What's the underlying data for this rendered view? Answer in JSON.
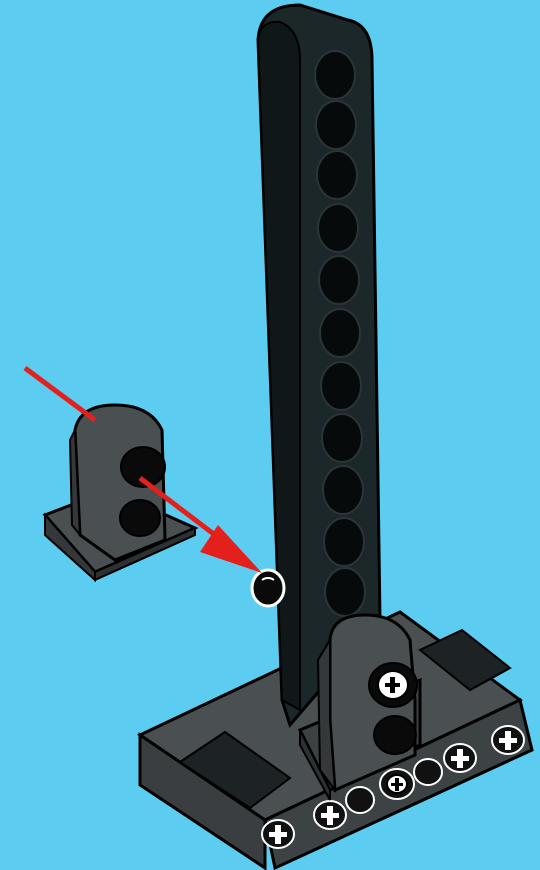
{
  "scene": {
    "background_color": "#5ccdf0",
    "part_color": "#44494b",
    "part_dark_color": "#151a1c",
    "beam_color": "#1c2a2c",
    "arrow_color": "#e4201c",
    "parts": [
      {
        "name": "vertical-beam",
        "holes": 13
      },
      {
        "name": "loose-connector-block",
        "holes": 2
      },
      {
        "name": "base-block-with-connector",
        "holes": 2
      },
      {
        "name": "base-beam",
        "holes": 7
      }
    ],
    "arrows": 2,
    "icons": [
      "arrow-icon",
      "axle-hole-icon",
      "pin-hole-icon",
      "axle-pin-icon"
    ]
  }
}
